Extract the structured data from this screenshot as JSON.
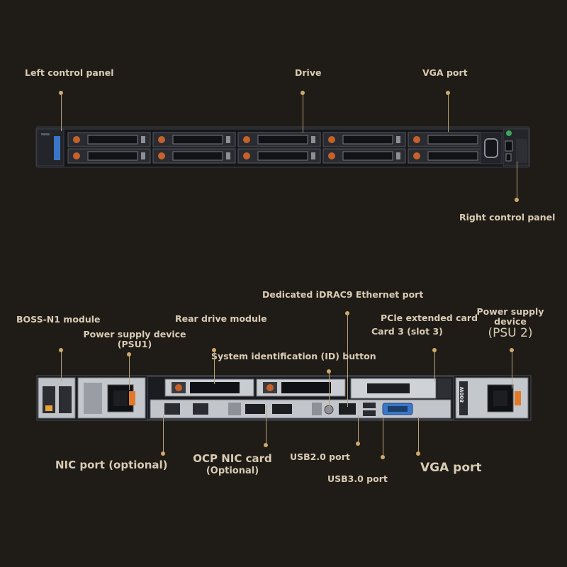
{
  "front": {
    "left_control_panel": "Left control panel",
    "drive": "Drive",
    "vga_port": "VGA port",
    "right_control_panel": "Right control panel"
  },
  "rear": {
    "boss_n1": "BOSS-N1 module",
    "rear_drive_module": "Rear drive module",
    "idrac": "Dedicated iDRAC9 Ethernet port",
    "pcie_card": "PCle extended card",
    "card_slot": "Card 3 (slot 3)",
    "psu2_line1": "Power supply",
    "psu2_line2": "device",
    "psu2_line3": "(PSU 2)",
    "psu1_line1": "Power supply device",
    "psu1_line2": "(PSU1)",
    "system_id": "System identification (ID) button",
    "nic_port": "NIC port (optional)",
    "ocp_line1": "OCP NIC card",
    "ocp_line2": "(Optional)",
    "usb2": "USB2.0 port",
    "usb3": "USB3.0 port",
    "vga_port": "VGA port",
    "psu_text": "800W"
  },
  "colors": {
    "background": "#1f1c17",
    "label": "#d9cbb4",
    "leader": "#cfa96c",
    "chassis": "#15161a",
    "drive_tab": "#c5622b",
    "psu_latch": "#e07a2a"
  }
}
